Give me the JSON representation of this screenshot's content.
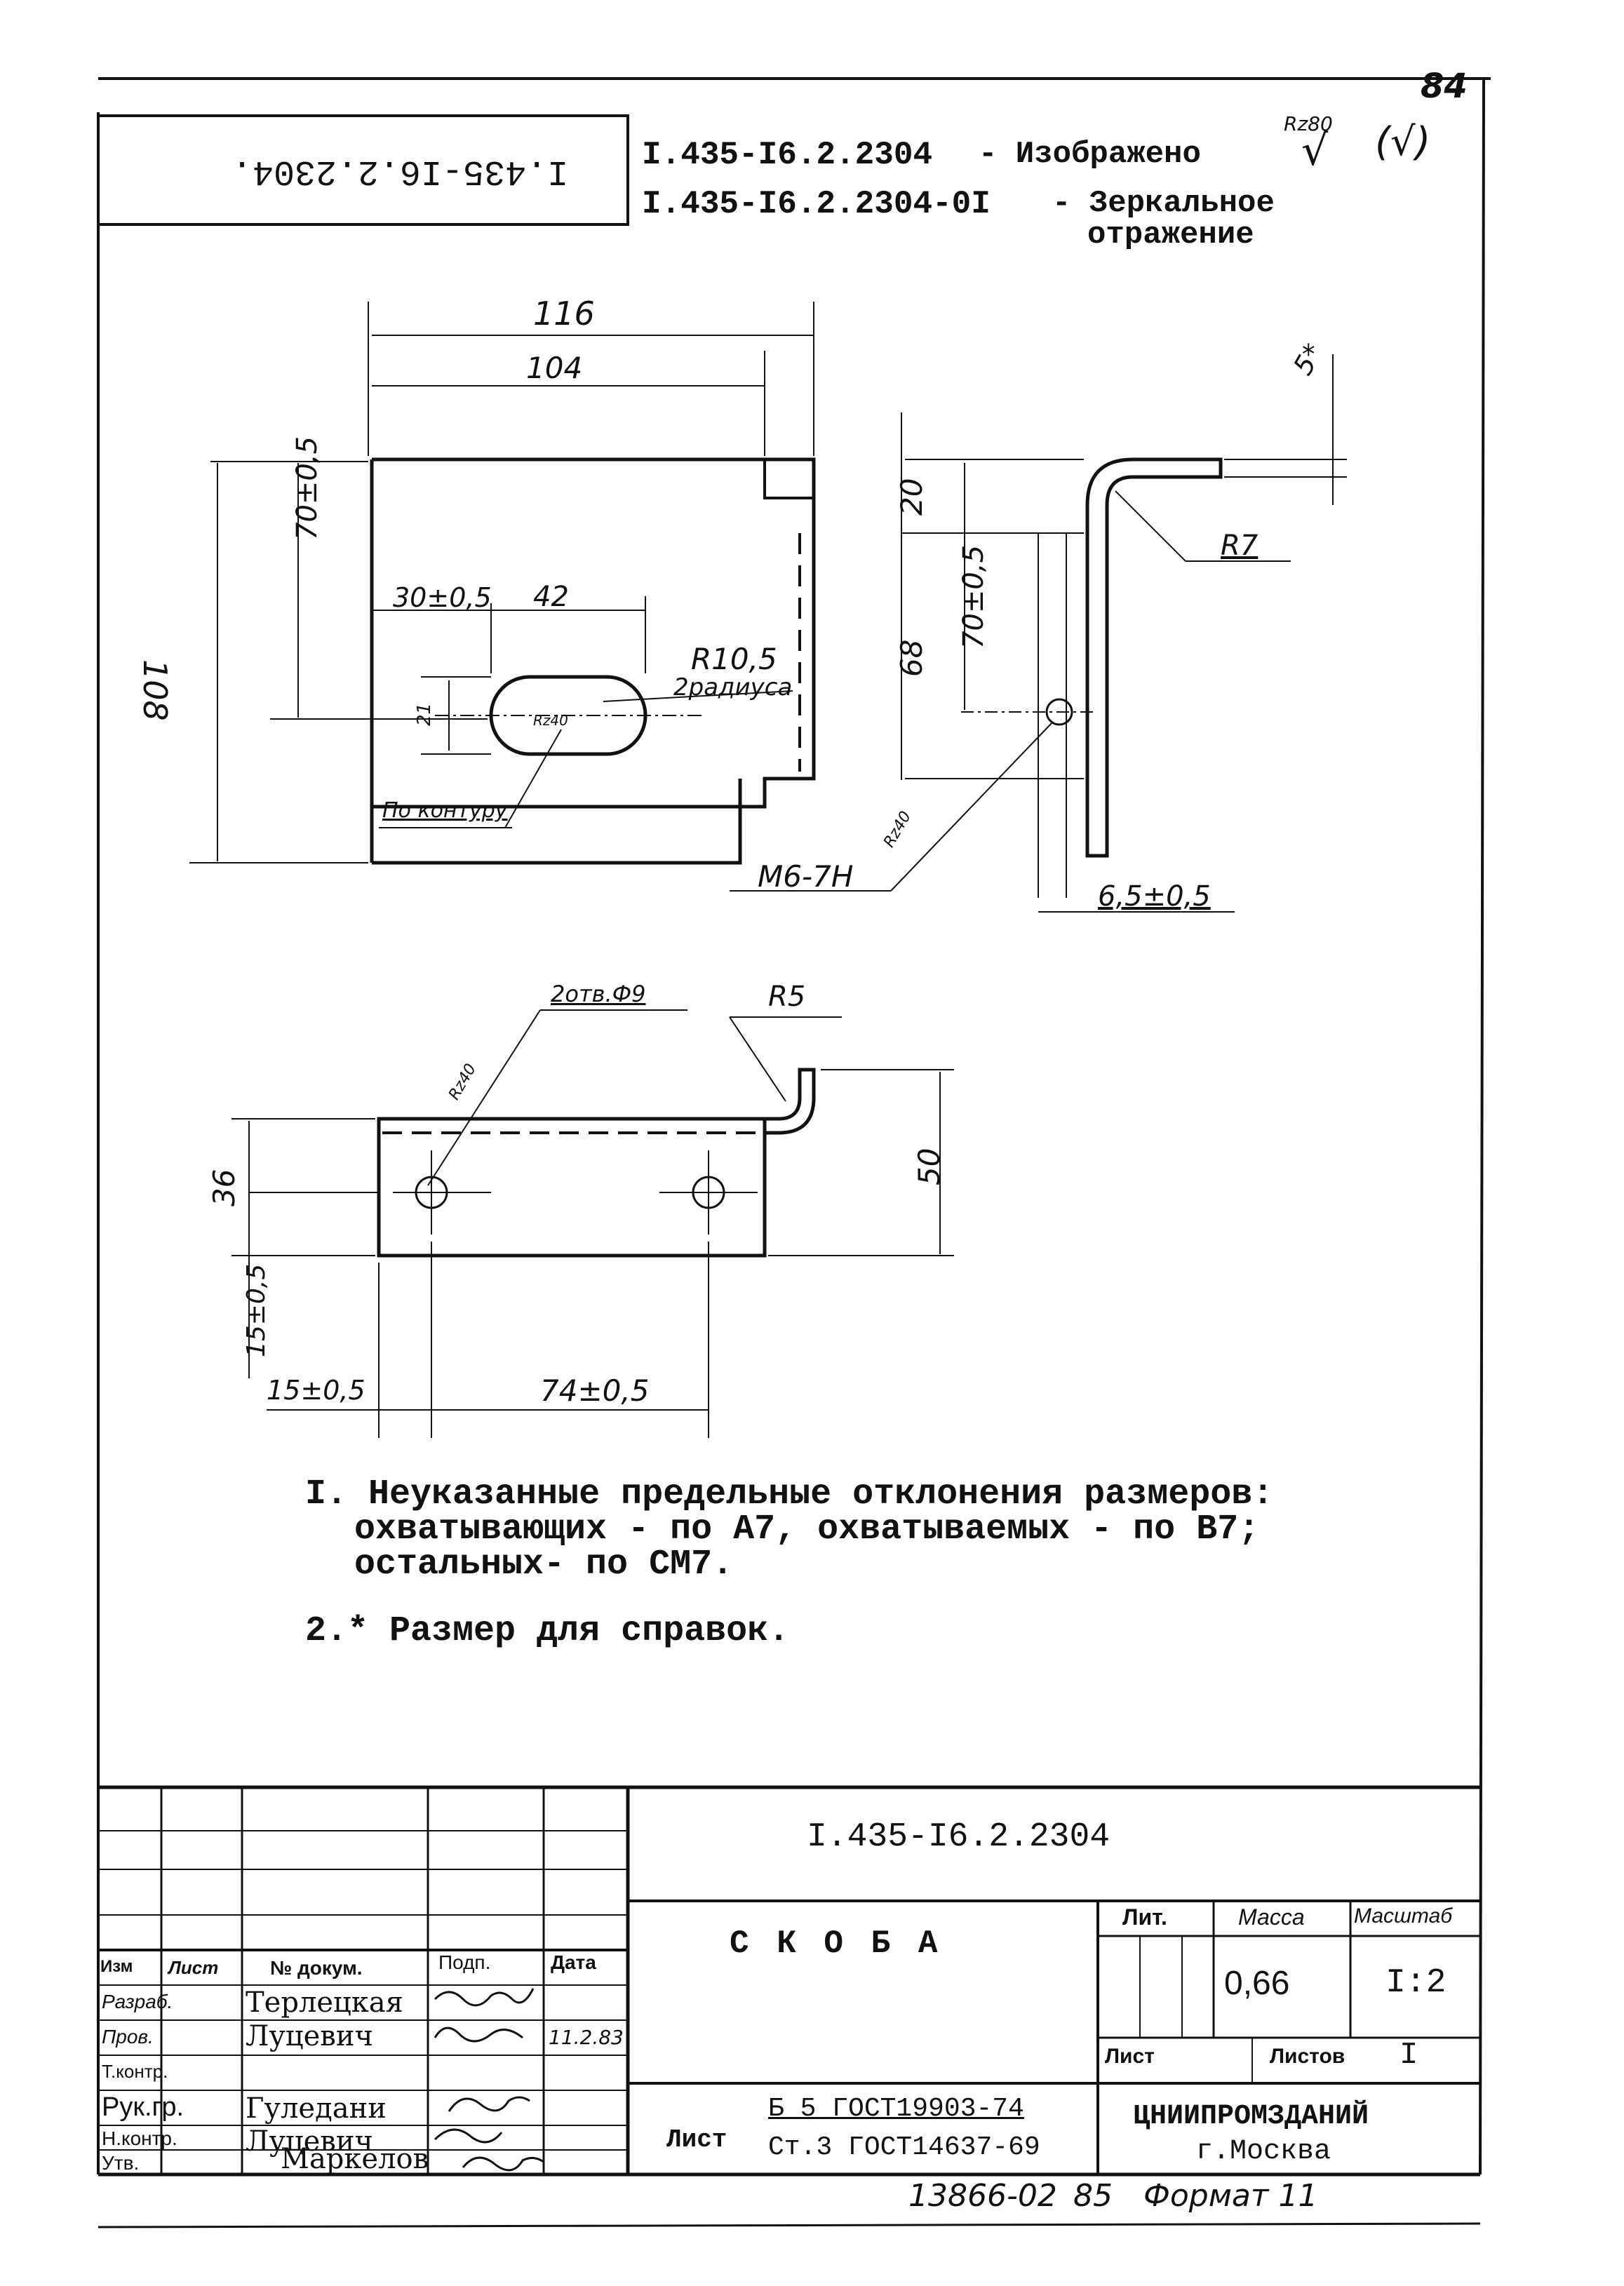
{
  "sheet": {
    "page_number": "84",
    "top_stamp_rotated": "I.435-I6.2.2304.",
    "roughness_general": "Rz80",
    "roughness_note": "(√)",
    "variants": [
      {
        "code": "I.435-I6.2.2304",
        "desc": "- Изображено"
      },
      {
        "code": "I.435-I6.2.2304-0I",
        "desc": "- Зеркальное"
      },
      {
        "code": "",
        "desc": "отражение"
      }
    ]
  },
  "view_front": {
    "dim_overall_width": "116",
    "dim_width_104": "104",
    "dim_height_108": "108",
    "dim_70": "70±0,5",
    "dim_30": "30±0,5",
    "dim_42": "42",
    "dim_slot_r": "R10,5",
    "dim_slot_note": "2радиуса",
    "dim_slot_h": "21",
    "roughness_slot": "Rz40",
    "contour_note": "По контуру"
  },
  "view_side": {
    "dim_20": "20",
    "dim_68": "68",
    "dim_70": "70±0,5",
    "dim_thickness": "5*",
    "dim_r7": "R7",
    "thread": "M6-7H",
    "roughness_hole": "Rz40",
    "dim_65": "6,5±0,5"
  },
  "view_bottom": {
    "holes": "2отв.Ф9",
    "dim_r5": "R5",
    "roughness": "Rz40",
    "dim_36": "36",
    "dim_50": "50",
    "dim_15v": "15±0,5",
    "dim_15h": "15±0,5",
    "dim_74": "74±0,5"
  },
  "notes": [
    "I. Неуказанные предельные отклонения размеров:",
    "охватывающих - по А7, охватываемых - по В7;",
    "остальных- по СМ7.",
    "2.* Размер для справок."
  ],
  "title_block": {
    "doc_number": "I.435-I6.2.2304",
    "part_name": "С К О Б А",
    "col_headers": [
      "Изм",
      "Лист",
      "№ докум.",
      "Подп.",
      "Дата"
    ],
    "roles": [
      {
        "role": "Разраб.",
        "name": "Терлецкая",
        "date": ""
      },
      {
        "role": "Пров.",
        "name": "Луцевич",
        "date": "11.2.83"
      },
      {
        "role": "Т.контр.",
        "name": "",
        "date": ""
      },
      {
        "role": "Рук.гр.",
        "name": "Гуледани",
        "date": ""
      },
      {
        "role": "Н.контр.",
        "name": "Луцевич",
        "date": ""
      },
      {
        "role": "Утв.",
        "name": "Маркелов",
        "date": ""
      }
    ],
    "lit_label": "Лит.",
    "mass_label": "Масса",
    "scale_label": "Масштаб",
    "mass": "0,66",
    "scale": "I:2",
    "sheet_label": "Лист",
    "sheets_label": "Листов",
    "sheets_value": "I",
    "material_label": "Лист",
    "material_line1": "Б 5 ГОСТ19903-74",
    "material_line2": "Ст.3 ГОСТ14637-69",
    "org": "ЦНИИПРОМЗДАНИЙ",
    "city": "г.Москва"
  },
  "footer": {
    "inventory": "13866-02",
    "page": "85",
    "format": "Формат 11"
  }
}
